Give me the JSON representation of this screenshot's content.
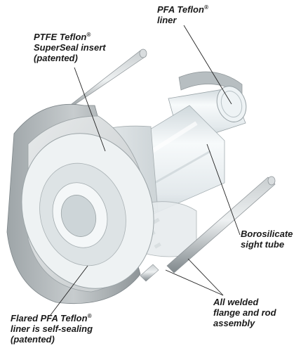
{
  "labels": {
    "pfa_liner": {
      "line1": "PFA Teflon",
      "mark1": "®",
      "line2": "liner"
    },
    "ptfe_insert": {
      "line1": "PTFE Teflon",
      "mark1": "®",
      "line2": "SuperSeal insert",
      "line3": "(patented)"
    },
    "sight_tube": {
      "line1": "Borosilicate",
      "line2": "sight tube"
    },
    "welded": {
      "line1": "All welded",
      "line2": "flange and rod",
      "line3": "assembly"
    },
    "flared": {
      "line1": "Flared PFA Teflon",
      "mark1": "®",
      "line2": "liner is self-sealing",
      "line3": "(patented)"
    }
  },
  "colors": {
    "metal_dark": "#8f979b",
    "metal_light": "#dadee0",
    "glass": "#e9eff2",
    "leader": "#222222",
    "text": "#1a1a1a"
  }
}
